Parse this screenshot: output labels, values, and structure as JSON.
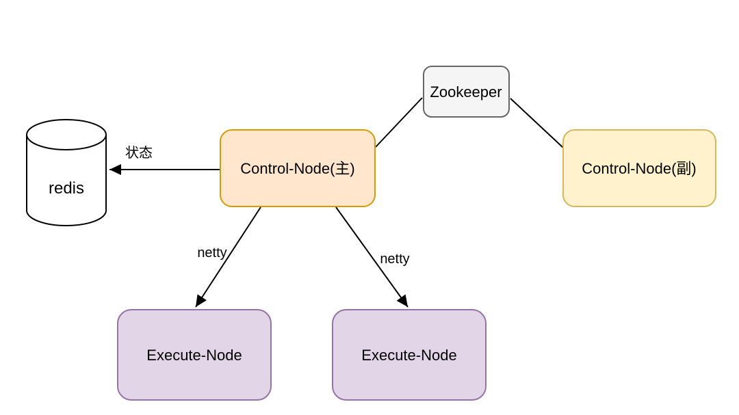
{
  "diagram": {
    "nodes": {
      "zookeeper": {
        "label": "Zookeeper",
        "shape": "rounded-rect",
        "fill": "#f5f5f5",
        "border": "#666666"
      },
      "control_main": {
        "label": "Control-Node(主)",
        "shape": "rounded-rect",
        "fill": "#ffe6cc",
        "border": "#d79b00"
      },
      "control_backup": {
        "label": "Control-Node(副)",
        "shape": "rounded-rect",
        "fill": "#fff2cc",
        "border": "#d6b656"
      },
      "redis": {
        "label": "redis",
        "shape": "cylinder",
        "fill": "#ffffff",
        "border": "#000000"
      },
      "execute_left": {
        "label": "Execute-Node",
        "shape": "rounded-rect",
        "fill": "#e1d5e7",
        "border": "#9673a6"
      },
      "execute_right": {
        "label": "Execute-Node",
        "shape": "rounded-rect",
        "fill": "#e1d5e7",
        "border": "#9673a6"
      }
    },
    "edges": {
      "status": {
        "label": "状态",
        "from": "control_main",
        "to": "redis",
        "arrowhead": true
      },
      "zk_to_main": {
        "from": "zookeeper",
        "to": "control_main",
        "arrowhead": false
      },
      "zk_to_backup": {
        "from": "zookeeper",
        "to": "control_backup",
        "arrowhead": false
      },
      "netty_left": {
        "label": "netty",
        "from": "control_main",
        "to": "execute_left",
        "arrowhead": true
      },
      "netty_right": {
        "label": "netty",
        "from": "control_main",
        "to": "execute_right",
        "arrowhead": true
      }
    },
    "colors": {
      "line": "#000000",
      "text": "#000000",
      "background": "#ffffff"
    }
  }
}
